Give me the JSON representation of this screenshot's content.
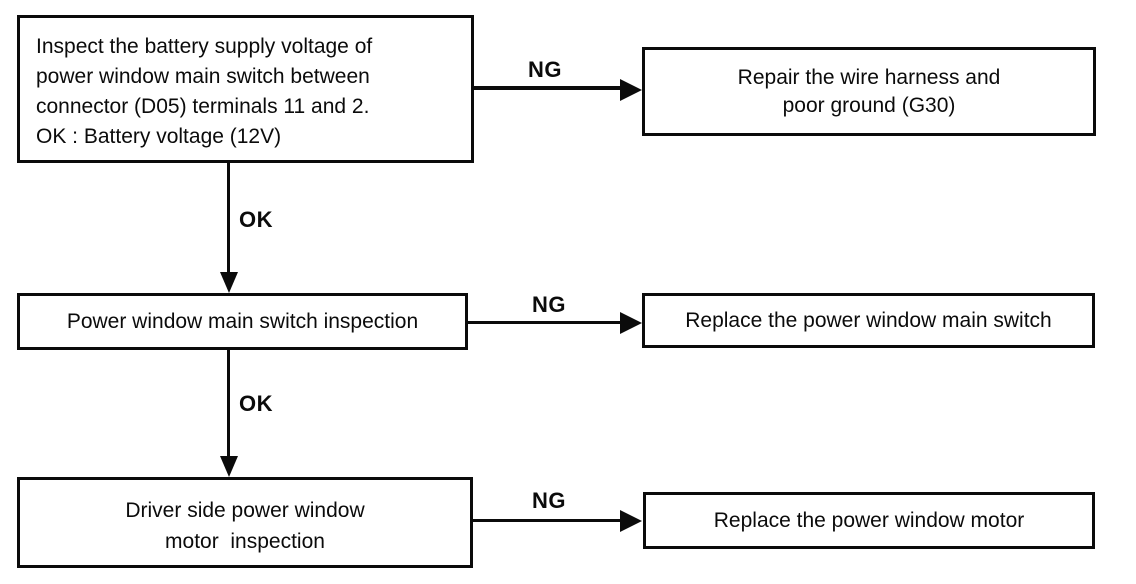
{
  "colors": {
    "background": "#ffffff",
    "ink": "#0b0b0b"
  },
  "flowchart": {
    "step1": {
      "lines": [
        "Inspect the battery supply voltage of",
        "power window main switch between",
        "connector (D05) terminals 11 and 2.",
        "OK : Battery voltage (12V)"
      ]
    },
    "result1": {
      "lines": [
        "Repair the wire harness and",
        "poor ground (G30)"
      ]
    },
    "step2": {
      "lines": [
        "Power window main switch inspection"
      ]
    },
    "result2": {
      "lines": [
        "Replace the power window main switch"
      ]
    },
    "step3": {
      "lines": [
        "Driver side power window",
        "motor  inspection"
      ]
    },
    "result3": {
      "lines": [
        "Replace the power window motor"
      ]
    },
    "edge_labels": {
      "ng1": "NG",
      "ok1": "OK",
      "ng2": "NG",
      "ok2": "OK",
      "ng3": "NG"
    }
  }
}
